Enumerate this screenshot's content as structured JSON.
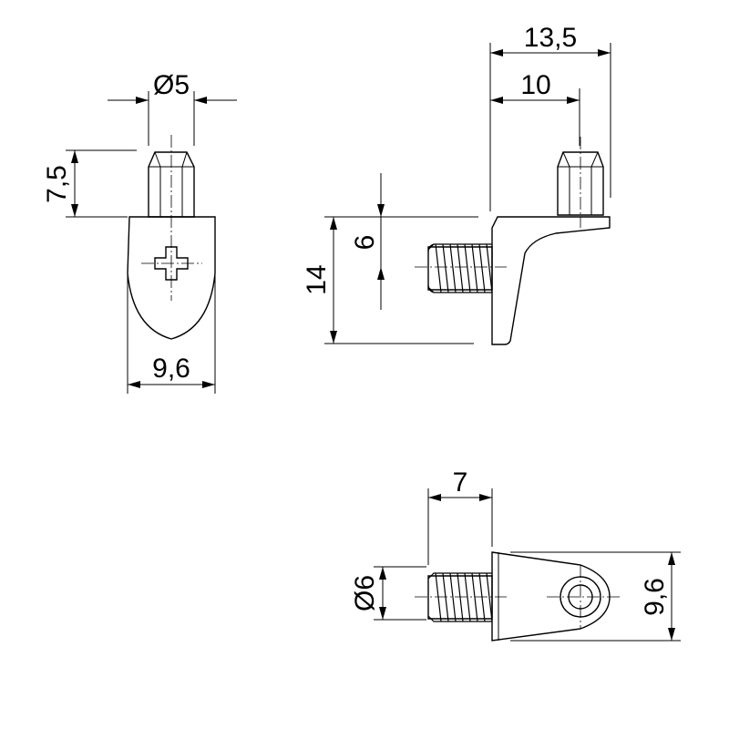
{
  "dimensions": {
    "front_pin_diameter": "Ø5",
    "front_pin_height": "7,5",
    "front_width": "9,6",
    "side_total_depth": "13,5",
    "side_pin_offset": "10",
    "side_screw_offset": "6",
    "side_height": "14",
    "top_screw_length": "7",
    "top_screw_diameter": "Ø6",
    "top_width": "9,6"
  }
}
